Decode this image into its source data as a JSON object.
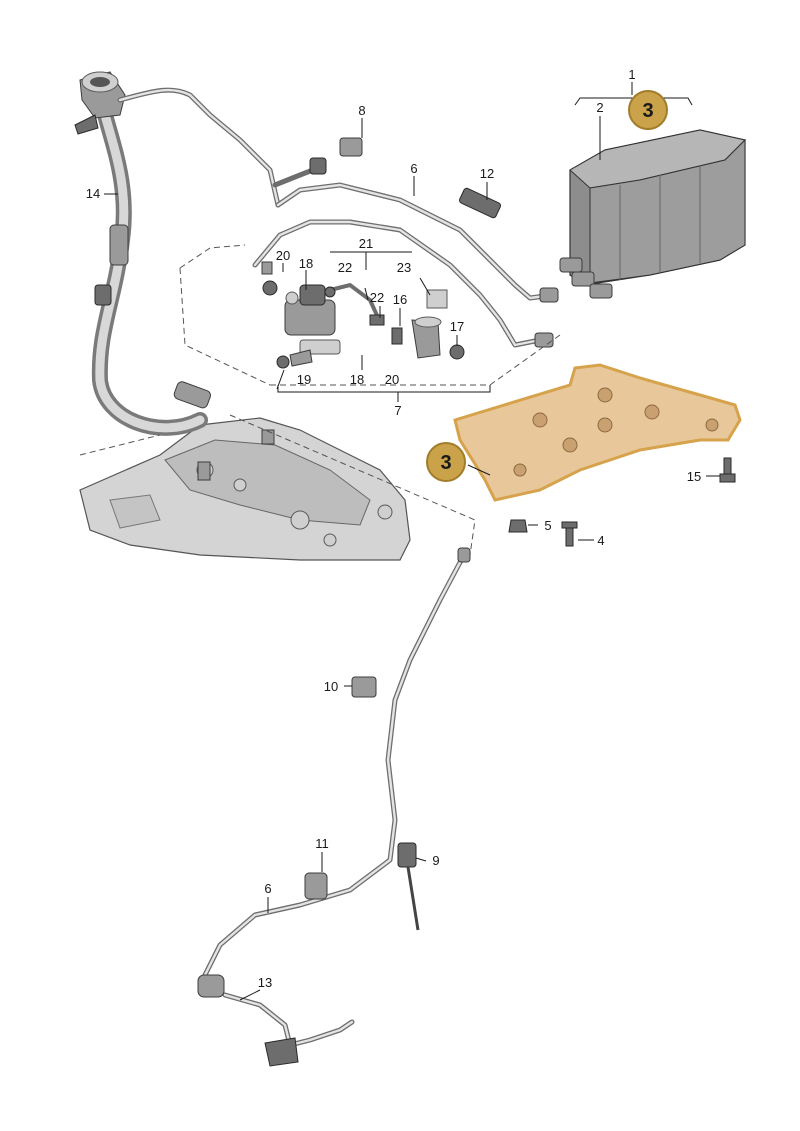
{
  "diagram": {
    "callouts": {
      "c1": "1",
      "c2": "2",
      "c4": "4",
      "c5": "5",
      "c6a": "6",
      "c6b": "6",
      "c7": "7",
      "c8": "8",
      "c9": "9",
      "c10": "10",
      "c11": "11",
      "c12": "12",
      "c13": "13",
      "c14": "14",
      "c15": "15",
      "c16": "16",
      "c17": "17",
      "c18a": "18",
      "c18b": "18",
      "c19": "19",
      "c20a": "20",
      "c20b": "20",
      "c21": "21",
      "c22a": "22",
      "c22b": "22",
      "c23": "23"
    },
    "badges": {
      "top": "3",
      "shield": "3"
    },
    "colors": {
      "badge_fill": "#c9a24a",
      "badge_stroke": "#a27c2a",
      "shield_fill": "#e8c79b",
      "shield_outline": "#d6a24b"
    }
  }
}
